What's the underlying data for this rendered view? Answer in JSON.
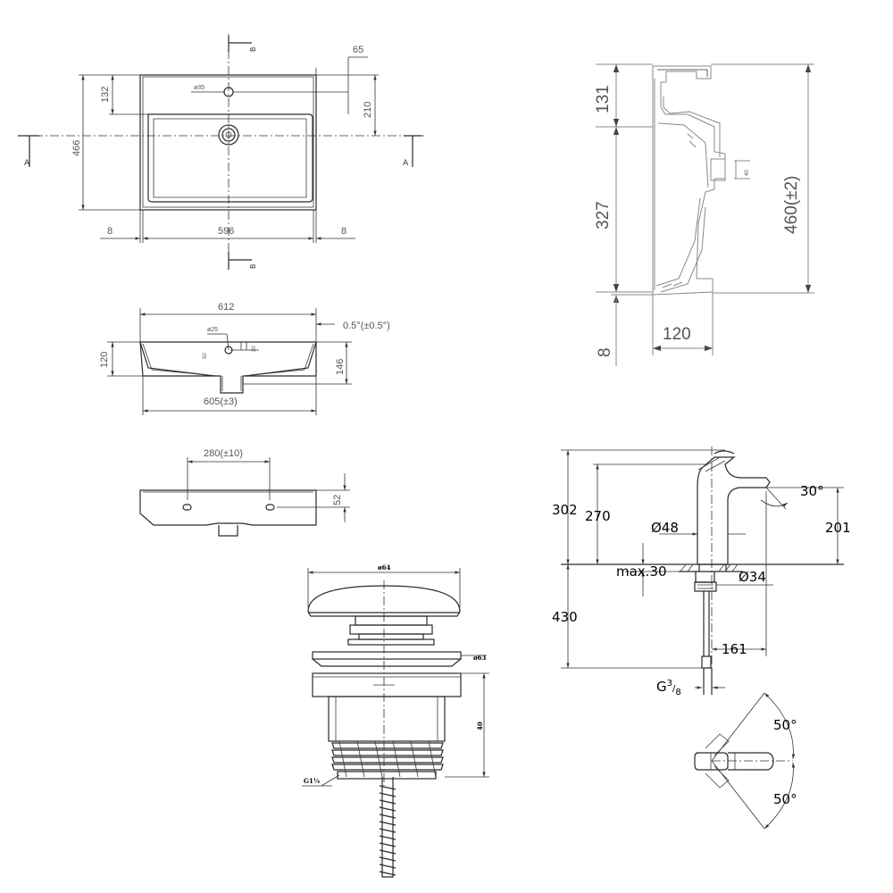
{
  "basin_top_view": {
    "width": "596",
    "depth": "466",
    "side_left": "8",
    "side_right": "8",
    "tap_hole_offset": "132",
    "tap_hole_dia": "ø35",
    "drain_offset": "210",
    "edge_offset": "65",
    "section_a": "A",
    "section_b": "B"
  },
  "basin_front_view": {
    "top_width": "612",
    "bottom_width": "605(±3)",
    "tolerance_angle": "0.5°(±0.5°)",
    "height_left": "120",
    "height_right": "146",
    "overflow_dia": "ø25",
    "small_dim_1": "50",
    "small_dim_2": "30"
  },
  "basin_rear_view": {
    "mounting_spacing": "280(±10)",
    "hole_height": "52"
  },
  "basin_side_section": {
    "top_segment": "131",
    "mid_segment": "327",
    "bottom_segment": "8",
    "total_height": "460(±2)",
    "depth": "120",
    "small_label": "40"
  },
  "drain_valve": {
    "cap_dia": "ø64",
    "flange_dia": "ø63",
    "body_height": "40",
    "thread": "G1¼"
  },
  "faucet": {
    "total_height": "302",
    "spout_height": "270",
    "angle_spout": "30°",
    "spout_clearance": "201",
    "body_dia": "Ø48",
    "max_deck": "max.30",
    "base_dia": "Ø34",
    "below_deck": "430",
    "reach": "161",
    "connection_base": "G",
    "connection_frac_num": "3",
    "connection_frac_den": "8",
    "handle_angle_1": "50°",
    "handle_angle_2": "50°"
  }
}
